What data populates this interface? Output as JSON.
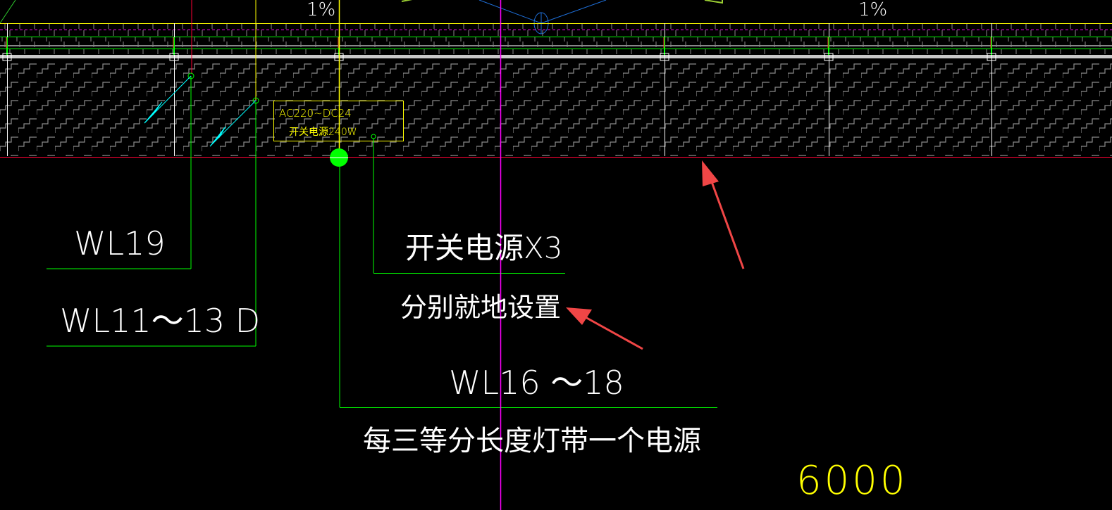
{
  "drawing": {
    "slope_labels": [
      "1%",
      "1%"
    ],
    "power_box": {
      "line1": "AC220~DC24",
      "line2": "开关电源240W"
    },
    "labels": {
      "wl19": "WL19",
      "wl11_13": "WL11～13 D",
      "switch_power": "开关电源X3",
      "local_setup": "分别就地设置",
      "wl16_18": "WL16 ～18",
      "per_third": "每三等分长度灯带一个电源",
      "dimension": "6000"
    },
    "colors": {
      "background": "#000000",
      "yellow": "#ffff00",
      "green": "#00ff00",
      "magenta": "#ff00ff",
      "red": "#ff0033",
      "cyan": "#00ffff",
      "annotation_arrow": "#f04646"
    }
  }
}
